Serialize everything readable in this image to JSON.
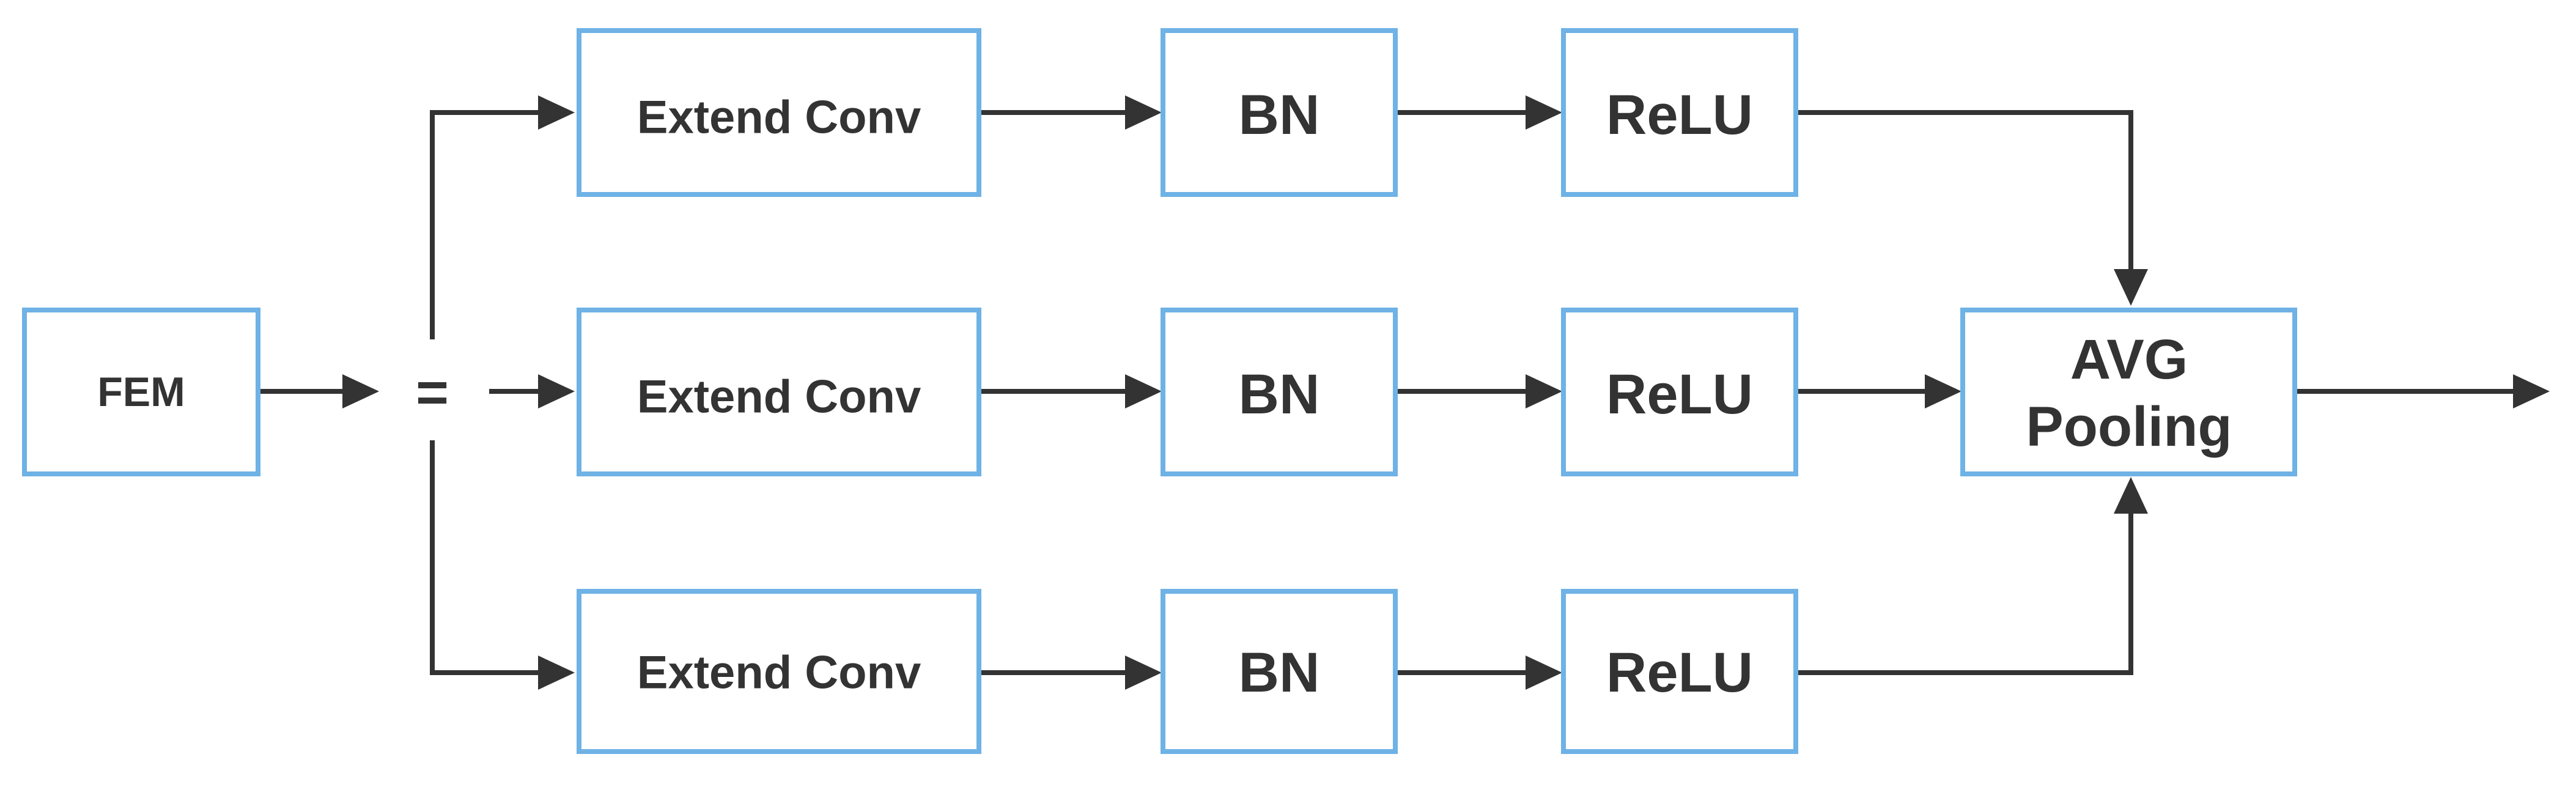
{
  "diagram": {
    "nodes": {
      "fem": "FEM",
      "split": "=",
      "conv_top": "Extend Conv",
      "conv_mid": "Extend Conv",
      "conv_bot": "Extend Conv",
      "bn_top": "BN",
      "bn_mid": "BN",
      "bn_bot": "BN",
      "relu_top": "ReLU",
      "relu_mid": "ReLU",
      "relu_bot": "ReLU",
      "avg_line1": "AVG",
      "avg_line2": "Pooling"
    },
    "colors": {
      "box_border": "#6fb2e6",
      "line": "#333333",
      "text": "#333333",
      "background": "#ffffff"
    }
  }
}
